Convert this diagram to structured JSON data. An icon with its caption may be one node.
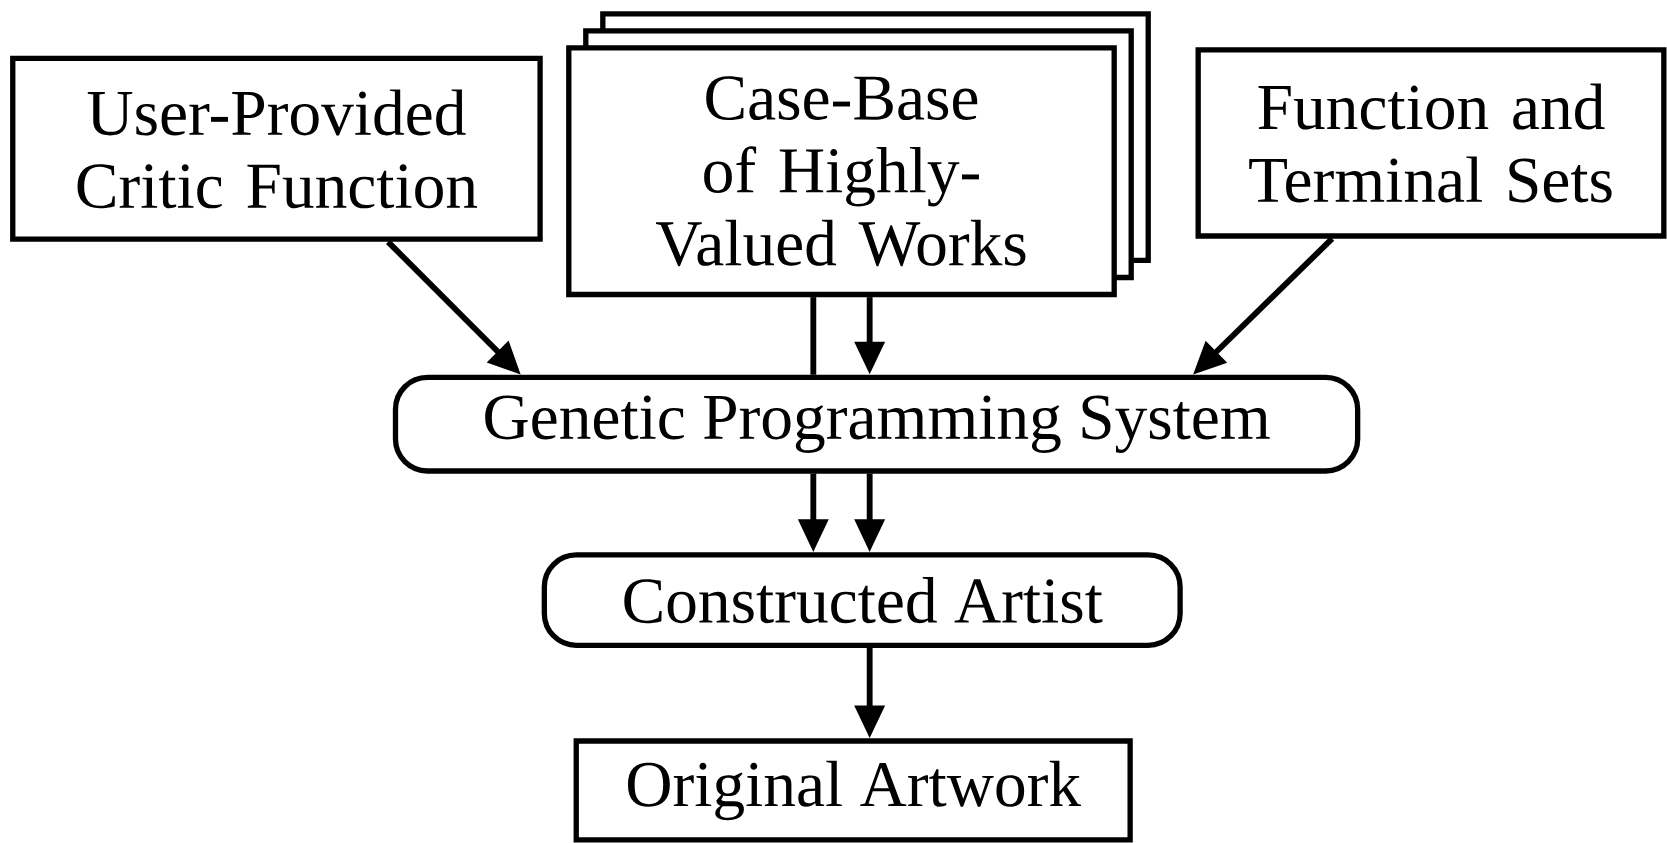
{
  "diagram": {
    "nodes": [
      {
        "text": [
          "User-Provided Critic Function"
        ]
      },
      {
        "text": [
          "Case-Base of Highly-Valued Works"
        ]
      },
      {
        "text": [
          "Function and Terminal Sets"
        ]
      },
      {
        "text": [
          "Genetic Programming System"
        ]
      },
      {
        "text": [
          "Constructed Artist"
        ]
      },
      {
        "text": [
          "Original Artwork"
        ]
      }
    ],
    "edges": [
      {
        "from": 0,
        "to": 3,
        "arrow": "to"
      },
      {
        "from": 1,
        "to": 3,
        "arrow": "none"
      },
      {
        "from": 1,
        "to": 3,
        "arrow": "to"
      },
      {
        "from": 2,
        "to": 3,
        "arrow": "to"
      },
      {
        "from": 3,
        "to": 4,
        "arrow": "to"
      },
      {
        "from": 3,
        "to": 4,
        "arrow": "to"
      },
      {
        "from": 4,
        "to": 5,
        "arrow": "to"
      }
    ]
  }
}
